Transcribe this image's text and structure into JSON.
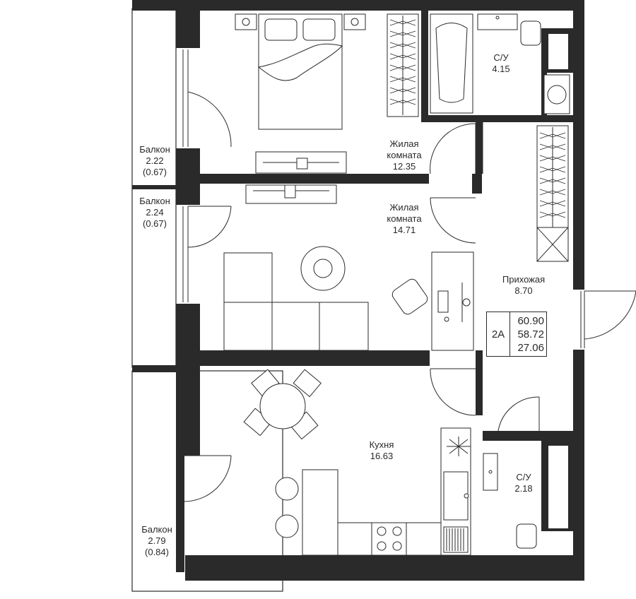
{
  "rooms": {
    "bedroom": {
      "name": "Жилая\nкомната",
      "area": "12.35"
    },
    "living": {
      "name": "Жилая\nкомната",
      "area": "14.71"
    },
    "kitchen": {
      "name": "Кухня",
      "area": "16.63"
    },
    "hall": {
      "name": "Прихожая",
      "area": "8.70"
    },
    "bath1": {
      "name": "С/У",
      "area": "4.15"
    },
    "bath2": {
      "name": "С/У",
      "area": "2.18"
    }
  },
  "balconies": [
    {
      "name": "Балкон",
      "area": "2.22",
      "reduced": "(0.67)"
    },
    {
      "name": "Балкон",
      "area": "2.24",
      "reduced": "(0.67)"
    },
    {
      "name": "Балкон",
      "area": "2.79",
      "reduced": "(0.84)"
    }
  ],
  "summary": {
    "apartment_type": "2А",
    "total_area": "60.90",
    "area_without_balconies": "58.72",
    "living_area": "27.06"
  },
  "colors": {
    "wall": "#2a2a2a",
    "line": "#2a2a2a",
    "background": "#ffffff"
  },
  "icons": [
    "bed-icon",
    "sofa-icon",
    "dining-table-icon",
    "bathtub-icon",
    "toilet-icon",
    "washbasin-icon",
    "stove-icon",
    "sink-icon",
    "wardrobe-icon",
    "tv-icon",
    "desk-icon",
    "chair-icon",
    "door-icon",
    "window-icon",
    "washing-machine-icon",
    "radiator-icon"
  ]
}
